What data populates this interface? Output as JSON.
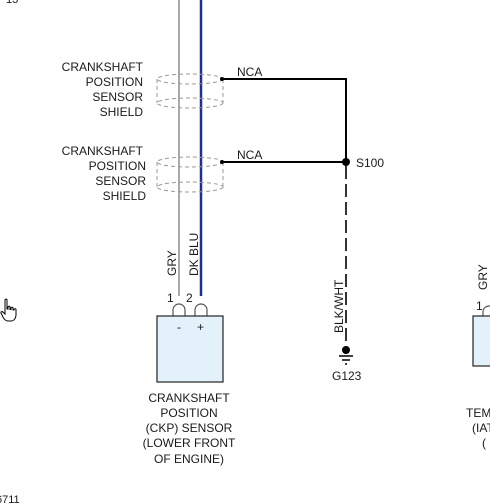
{
  "corner_labels": {
    "top_left": "13",
    "bottom_left": "6711"
  },
  "shields": [
    {
      "lines": [
        "CRANKSHAFT",
        "POSITION",
        "SENSOR",
        "SHIELD"
      ],
      "wire_label": "NCA"
    },
    {
      "lines": [
        "CRANKSHAFT",
        "POSITION",
        "SENSOR",
        "SHIELD"
      ],
      "wire_label": "NCA"
    }
  ],
  "splice": {
    "label": "S100"
  },
  "ground": {
    "wire_label": "BLK/WHT",
    "label": "G123"
  },
  "wires": {
    "gry": {
      "label": "GRY",
      "color": "#a9a9a9"
    },
    "dkblu": {
      "label": "DK BLU",
      "color": "#1f2f8f"
    }
  },
  "sensor": {
    "pin1": "1",
    "pin2": "2",
    "minus": "-",
    "plus": "+",
    "fill": "#e3f1fb",
    "name_lines": [
      "CRANKSHAFT",
      "POSITION",
      "(CKP) SENSOR",
      "(LOWER FRONT",
      "OF ENGINE)"
    ]
  },
  "right_component": {
    "wire_label": "GRY",
    "pin": "1",
    "name_lines": [
      "TEM",
      "(IAT",
      "("
    ]
  }
}
